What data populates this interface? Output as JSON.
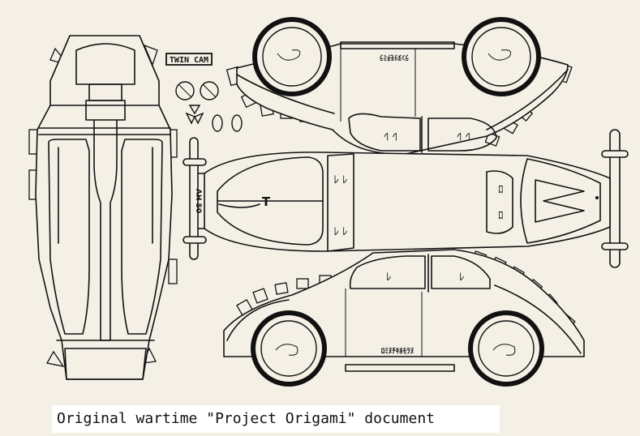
{
  "caption": "Original wartime \"Project Origami\" document",
  "label_twin_cam": "TWIN CAM",
  "plate_letters": "AH 50",
  "roof_letter": "T",
  "side_script_top": "ﾗﾝﾇﾘﾓﾁﾐﾗ",
  "side_script_bottom": "ﾛﾐﾇﾁｷﾎﾓﾗﾇ",
  "colors": {
    "paper": "#f4f0e6",
    "ink": "#111111",
    "caption_bg": "#ffffff"
  }
}
